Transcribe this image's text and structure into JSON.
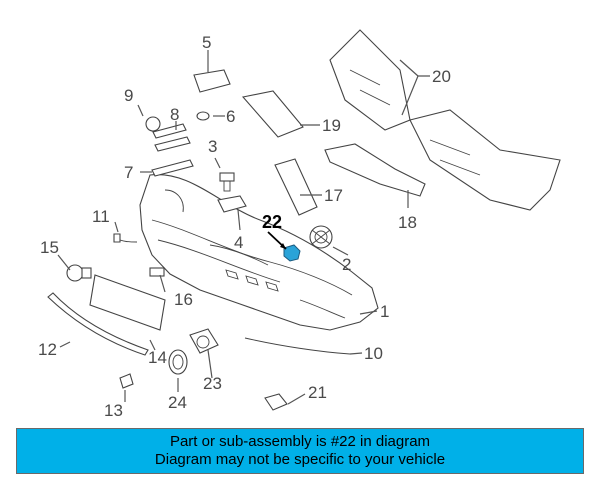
{
  "diagram": {
    "highlight_color": "#2aa3d8",
    "highlighted_part": "22",
    "callouts": {
      "c1": "1",
      "c2": "2",
      "c3": "3",
      "c4": "4",
      "c5": "5",
      "c6": "6",
      "c7": "7",
      "c8": "8",
      "c9": "9",
      "c10": "10",
      "c11": "11",
      "c12": "12",
      "c13": "13",
      "c14": "14",
      "c15": "15",
      "c16": "16",
      "c17": "17",
      "c18": "18",
      "c19": "19",
      "c20": "20",
      "c21": "21",
      "c22": "22",
      "c23": "23",
      "c24": "24"
    }
  },
  "banner": {
    "line1": "Part or sub-assembly is #22 in diagram",
    "line2": "Diagram may not be specific to your vehicle",
    "color": "#00b0e8"
  }
}
